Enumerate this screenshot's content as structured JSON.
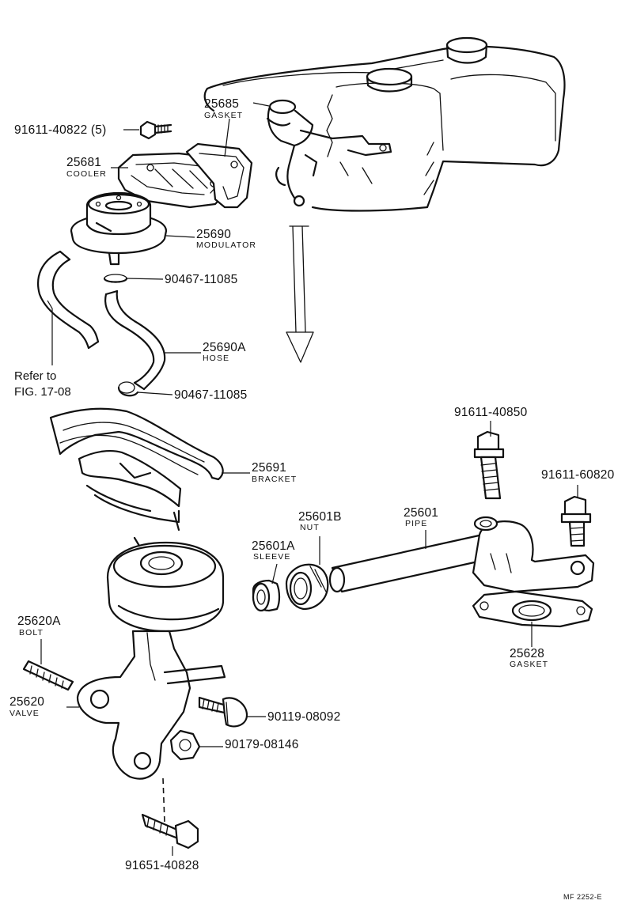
{
  "labels": {
    "p25685": {
      "number": "25685",
      "name": "GASKET"
    },
    "p91611_40822": {
      "number": "91611-40822 (5)"
    },
    "p25681": {
      "number": "25681",
      "name": "COOLER"
    },
    "p25690": {
      "number": "25690",
      "name": "MODULATOR"
    },
    "p90467_a": {
      "number": "90467-11085"
    },
    "p25690A": {
      "number": "25690A",
      "name": "HOSE"
    },
    "refer": {
      "line1": "Refer to",
      "line2": "FIG. 17-08"
    },
    "p90467_b": {
      "number": "90467-11085"
    },
    "p25691": {
      "number": "25691",
      "name": "BRACKET"
    },
    "p91611_40850": {
      "number": "91611-40850"
    },
    "p91611_60820": {
      "number": "91611-60820"
    },
    "p25601B": {
      "number": "25601B",
      "name": "NUT"
    },
    "p25601": {
      "number": "25601",
      "name": "PIPE"
    },
    "p25601A": {
      "number": "25601A",
      "name": "SLEEVE"
    },
    "p25620A": {
      "number": "25620A",
      "name": "BOLT"
    },
    "p25620": {
      "number": "25620",
      "name": "VALVE"
    },
    "p90119": {
      "number": "90119-08092"
    },
    "p90179": {
      "number": "90179-08146"
    },
    "p25628": {
      "number": "25628",
      "name": "GASKET"
    },
    "p91651": {
      "number": "91651-40828"
    }
  },
  "figure_code": "MF 2252-E"
}
